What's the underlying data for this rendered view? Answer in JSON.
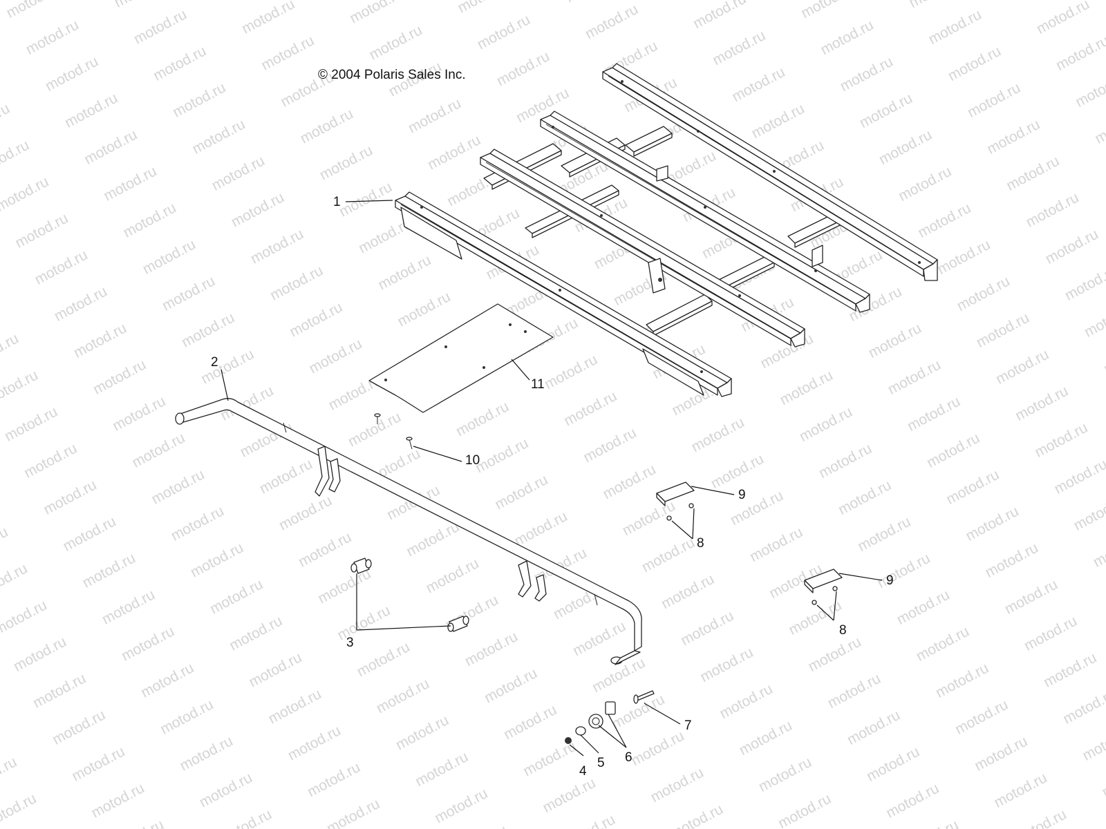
{
  "copyright": "© 2004 Polaris Sales Inc.",
  "watermark": "motod.ru",
  "callouts": {
    "c1": "1",
    "c2": "2",
    "c3": "3",
    "c4": "4",
    "c5": "5",
    "c6": "6",
    "c7": "7",
    "c8a": "8",
    "c8b": "8",
    "c9a": "9",
    "c9b": "9",
    "c10": "10",
    "c11": "11"
  }
}
